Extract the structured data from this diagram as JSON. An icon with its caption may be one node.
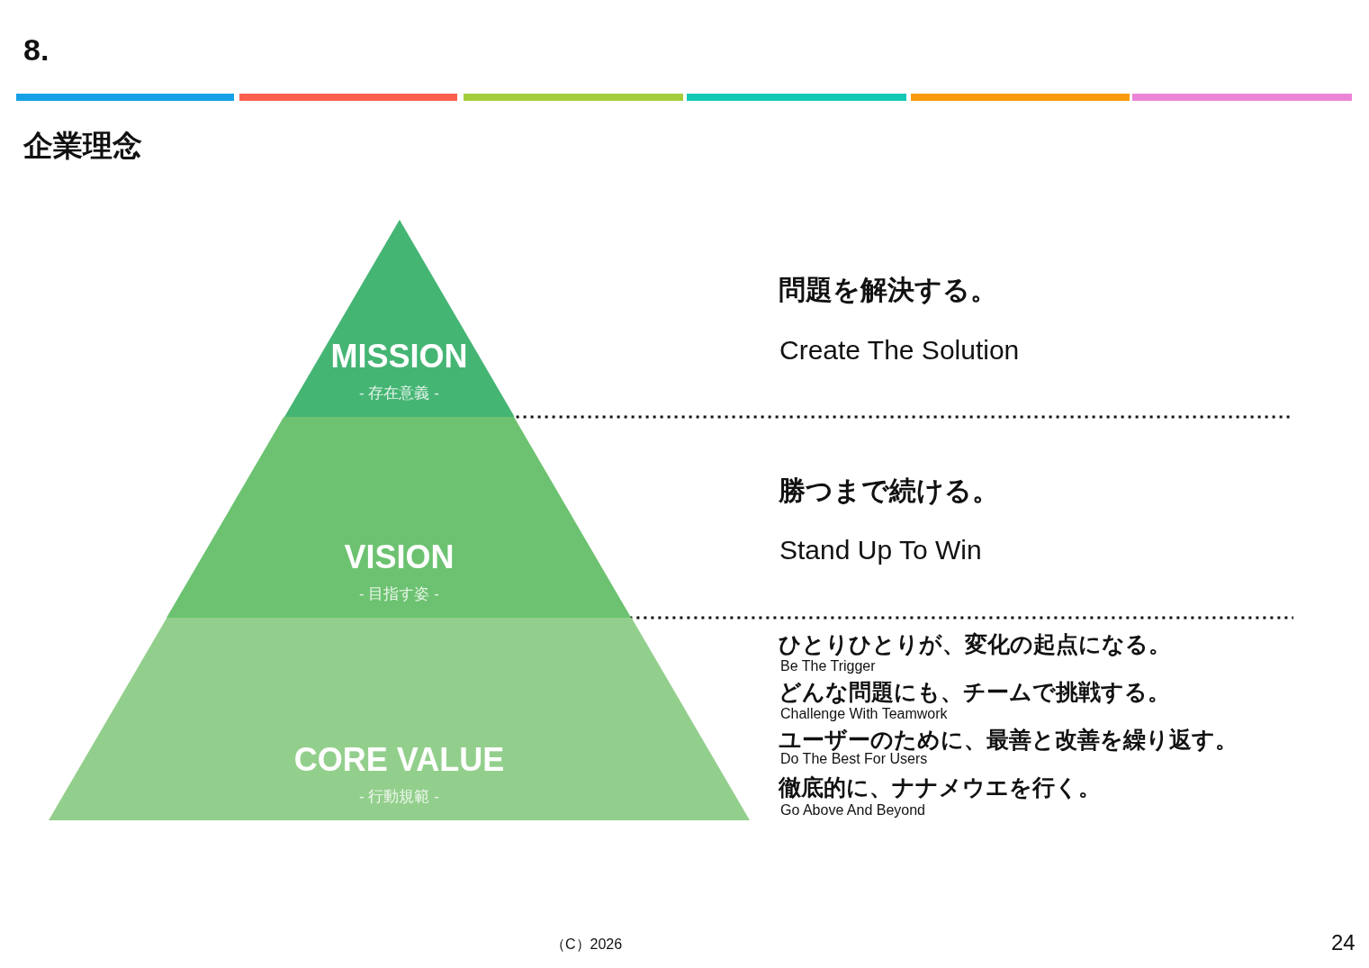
{
  "diagram": {
    "title": "8.",
    "nodes": [
      {
        "text": [
          "MISSION",
          "- 存在意義 -"
        ]
      },
      {
        "text": [
          "VISION",
          "- 目指す姿 -"
        ]
      },
      {
        "text": [
          "CORE VALUE",
          "- 行動規範 -"
        ]
      }
    ],
    "labels": [
      "企業理念",
      "問題を解決する。",
      "Create The Solution",
      "勝つまで続ける。",
      "Stand Up To Win",
      "ひとりひとりが、変化の起点になる。",
      "Be The Trigger",
      "どんな問題にも、チームで挑戦する。",
      "Challenge With Teamwork",
      "ユーザーのために、最善と改善を繰り返す。",
      "Do The Best For Users",
      "徹底的に、ナナメウエを行く。",
      "Go Above And Beyond",
      "（C）2026",
      "24"
    ]
  }
}
